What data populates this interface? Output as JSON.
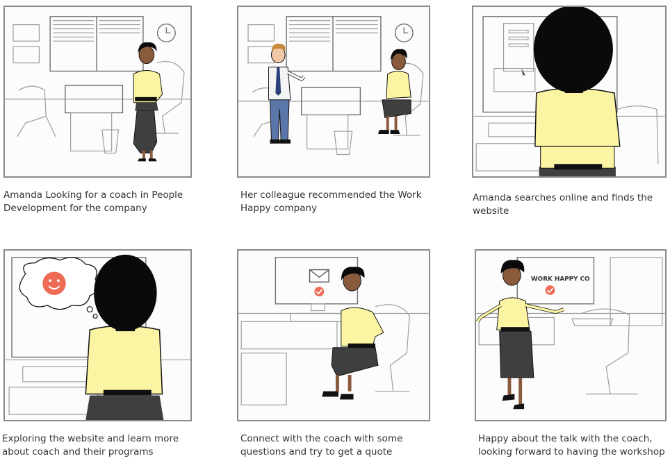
{
  "panels": [
    {
      "caption": "Amanda Looking for a coach in People Development for the company"
    },
    {
      "caption": "Her colleague recommended the Work Happy company"
    },
    {
      "caption": "Amanda searches online and finds the website"
    },
    {
      "caption": "Exploring the website and learn more about coach and their programs"
    },
    {
      "caption": "Connect with the coach with some questions and try to get a quote"
    },
    {
      "caption": "Happy about the talk with the coach, looking forward to having the workshop"
    }
  ],
  "screen_text": "WORK HAPPY CO",
  "colors": {
    "blouse": "#fbf4a3",
    "skirt": "#3f3f3f",
    "skin": "#8a5a3c",
    "hair": "#0a0a0a",
    "accent_red": "#ee6b55",
    "frame": "#8a8a8a"
  }
}
